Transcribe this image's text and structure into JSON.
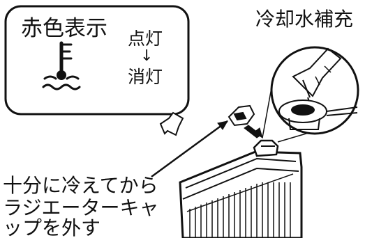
{
  "indicator_panel": {
    "title": "赤色表示",
    "state_on": "点灯",
    "state_off": "消灯",
    "transition_arrow": "↓",
    "icon": "coolant-temperature-icon"
  },
  "callout_label": "冷却水補充",
  "instruction_lines": [
    "十分に冷えてから",
    "ラジエーターキャ",
    "ップを外す"
  ],
  "colors": {
    "ink": "#111111",
    "background": "#ffffff"
  }
}
